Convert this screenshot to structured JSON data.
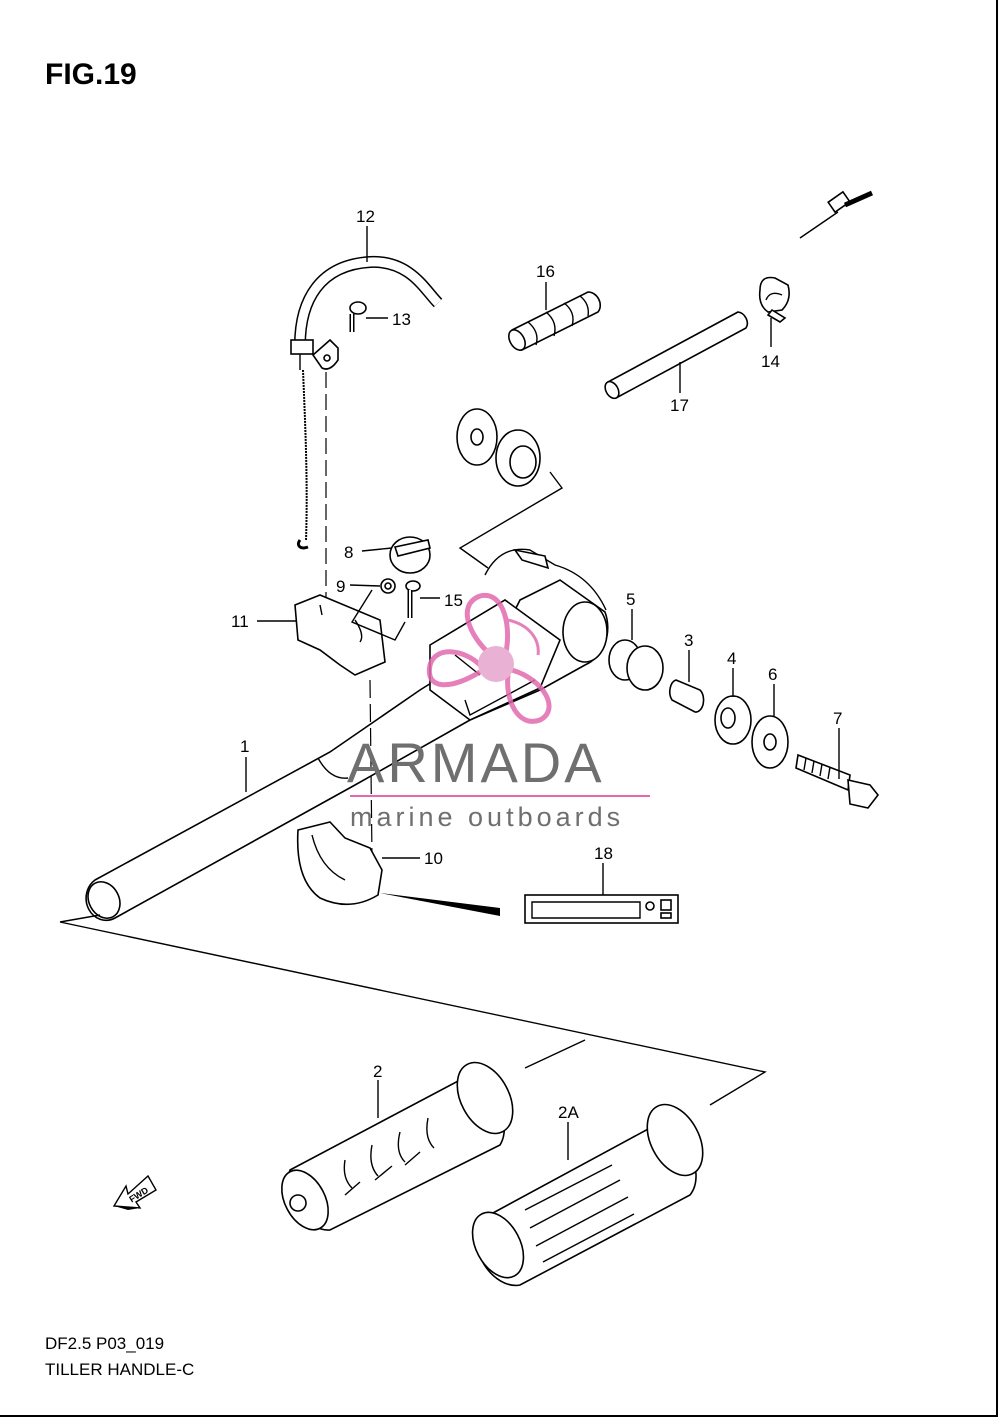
{
  "figure": {
    "title": "FIG.19",
    "code": "DF2.5 P03_019",
    "name": "TILLER HANDLE-C"
  },
  "parts": {
    "p1": "1",
    "p2": "2",
    "p2a": "2A",
    "p3": "3",
    "p4": "4",
    "p5": "5",
    "p6": "6",
    "p7": "7",
    "p8": "8",
    "p9": "9",
    "p10": "10",
    "p11": "11",
    "p12": "12",
    "p13": "13",
    "p14": "14",
    "p15": "15",
    "p16": "16",
    "p17": "17",
    "p18": "18"
  },
  "fwd_marker": {
    "label": "FWD",
    "icon": "fwd-arrow-icon"
  },
  "watermark": {
    "brand": "ARMADA",
    "tagline": "marine outboards",
    "logo_icon": "propeller-logo-icon",
    "brand_color": "#e26ab0"
  }
}
